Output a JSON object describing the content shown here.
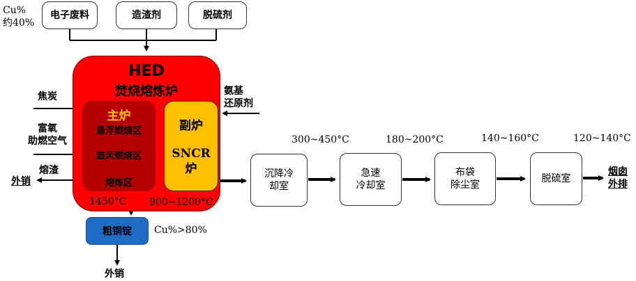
{
  "inputs": {
    "cu_note": "Cu%\n约40%",
    "box1": "电子废料",
    "box2": "造渣剂",
    "box3": "脱硫剂"
  },
  "hed": {
    "title": "HED",
    "subtitle": "焚烧熔炼炉",
    "main_title": "主炉",
    "zone1": "悬浮燃烧区",
    "zone2": "鼓风燃烧区",
    "zone3": "熔炼区",
    "sub_title": "副炉",
    "sncr": "SNCR\n炉",
    "temp_main": "1450°C",
    "temp_sub": "900~1200°C"
  },
  "left": {
    "coke": "焦炭",
    "air": "富氧\n助燃空气",
    "slag": "熔渣",
    "sale1": "外销"
  },
  "right_input": "氨基\n还原剂",
  "blister": {
    "label": "粗铜锭",
    "cu": "Cu%>80%",
    "sale": "外销"
  },
  "chain": {
    "b1": "沉降冷\n却室",
    "b2": "急速\n冷却室",
    "b3": "布袋\n除尘室",
    "b4": "脱硫室",
    "t1": "300~450°C",
    "t2": "180~200°C",
    "t3": "140~160°C",
    "t4": "120~140°C",
    "exhaust": "烟囱\n外排"
  },
  "colors": {
    "hed_outer": "#ff0000",
    "main_furnace": "#b40000",
    "sub_furnace": "#ffc000",
    "blister": "#1f6cc4",
    "title_yellow": "#ffc000"
  }
}
